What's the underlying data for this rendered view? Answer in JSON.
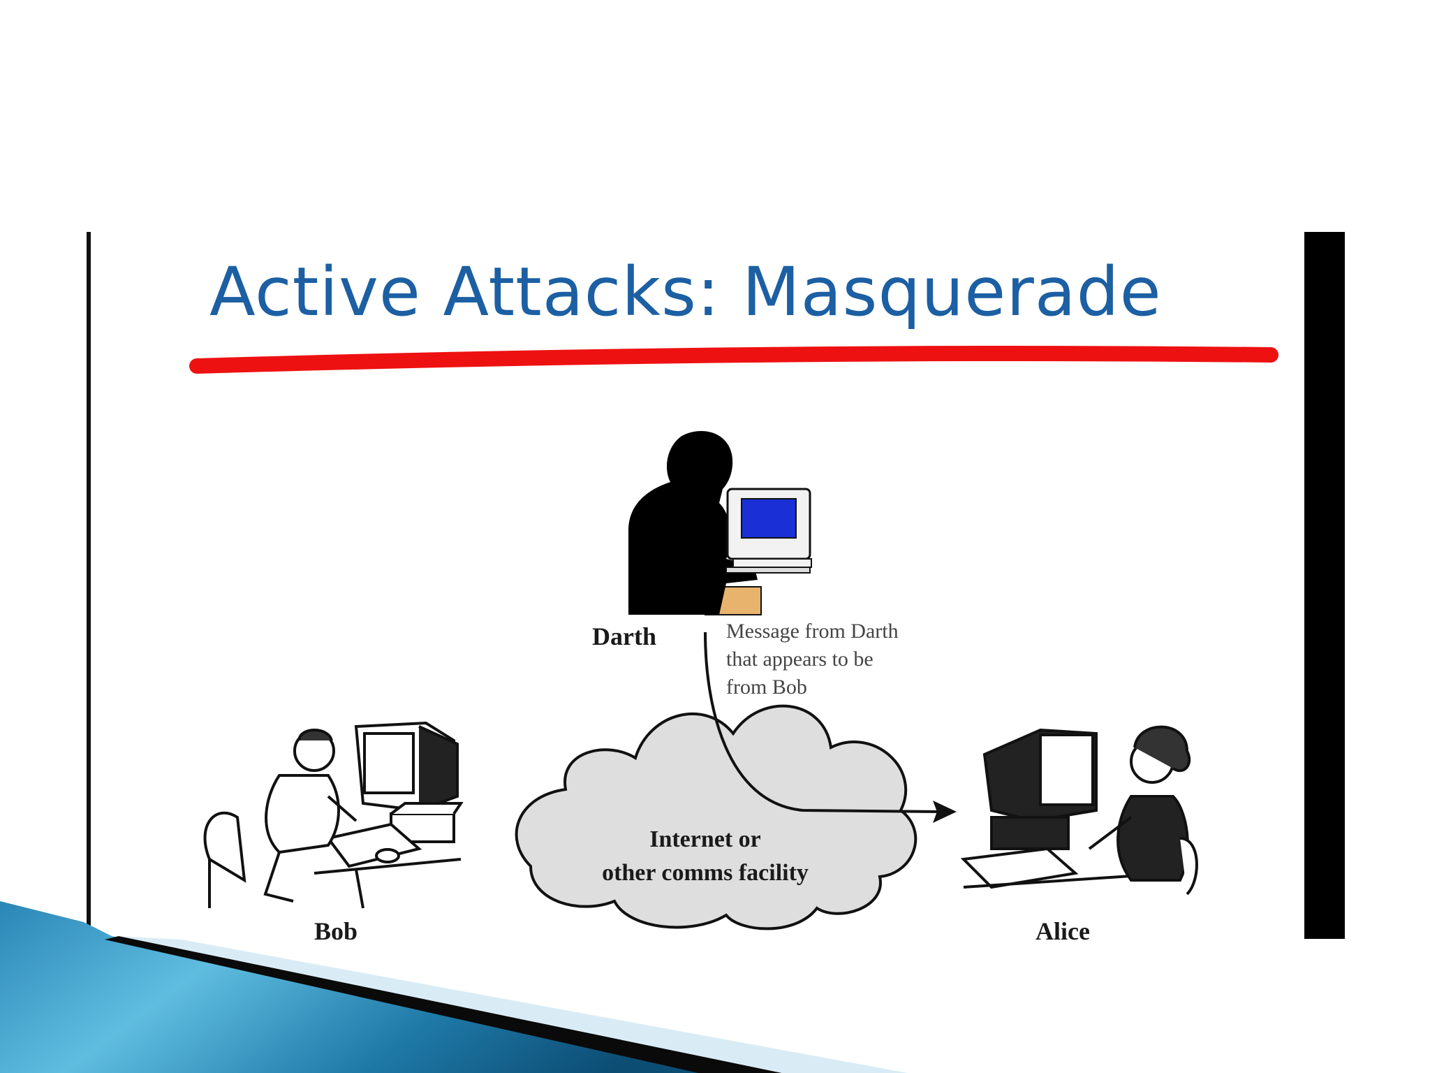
{
  "slide": {
    "title": "Active Attacks: Masquerade",
    "colors": {
      "title": "#1c5fa3",
      "underline": "#ee1111",
      "screen": "#1a2fd6",
      "footer_band": "#2a8fbf"
    }
  },
  "diagram": {
    "nodes": {
      "darth": {
        "label": "Darth",
        "icon": "person-at-computer-silhouette-icon"
      },
      "bob": {
        "label": "Bob",
        "icon": "person-at-computer-icon"
      },
      "alice": {
        "label": "Alice",
        "icon": "person-at-computer-icon"
      },
      "network": {
        "label_line1": "Internet or",
        "label_line2": "other comms facility",
        "icon": "cloud-icon"
      }
    },
    "edges": [
      {
        "from": "darth",
        "to": "alice",
        "label_lines": [
          "Message from Darth",
          "that appears to be",
          "from Bob"
        ]
      }
    ]
  }
}
